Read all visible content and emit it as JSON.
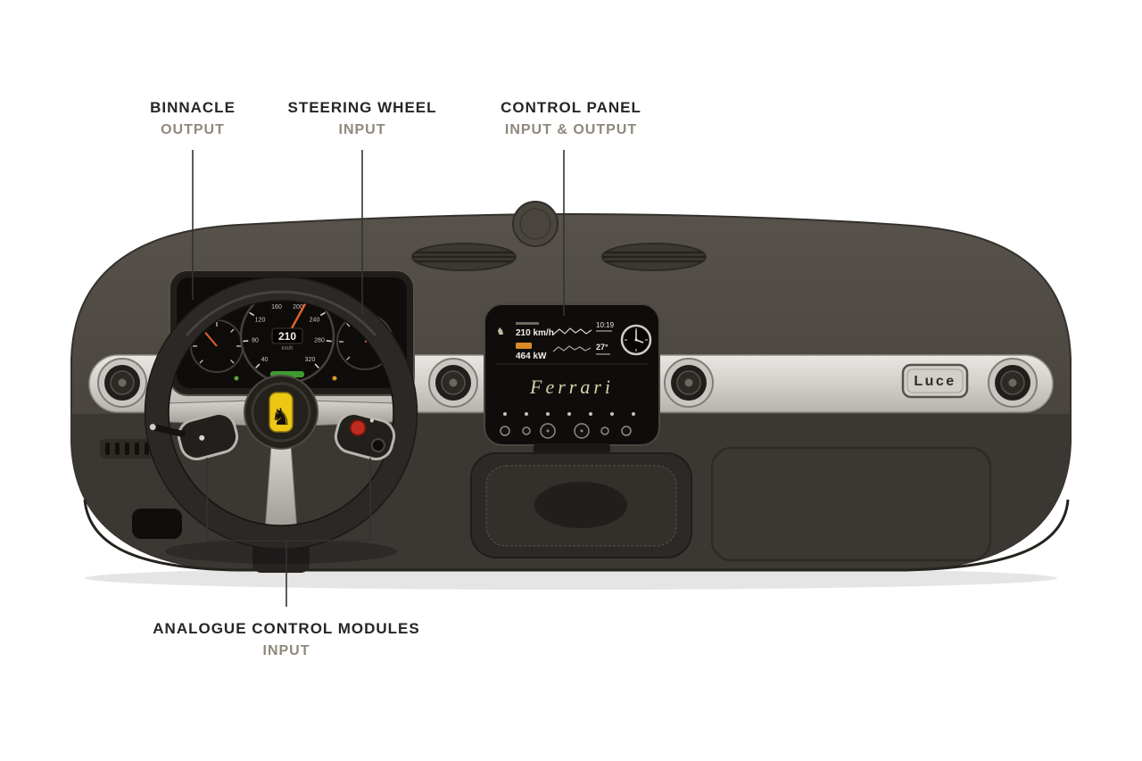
{
  "annotations": {
    "binnacle": {
      "title": "BINNACLE",
      "subtitle": "OUTPUT"
    },
    "steering_wheel": {
      "title": "STEERING WHEEL",
      "subtitle": "INPUT"
    },
    "control_panel": {
      "title": "CONTROL PANEL",
      "subtitle": "INPUT & OUTPUT"
    },
    "analogue_modules": {
      "title": "ANALOGUE CONTROL MODULES",
      "subtitle": "INPUT"
    }
  },
  "dashboard": {
    "badge_label": "Luce",
    "binnacle": {
      "speed_value": "210",
      "speed_unit": "km/h",
      "speedometer_ticks": [
        "40",
        "80",
        "120",
        "160",
        "200",
        "240",
        "280",
        "320"
      ]
    },
    "control_panel": {
      "brand_script": "Ferrari",
      "speed": "210 km/h",
      "power": "464 kW",
      "temperature": "27°",
      "time": "10:19"
    }
  },
  "icons": {
    "prancing_horse": "♞"
  },
  "colors": {
    "accent_yellow": "#ecc714",
    "accent_red": "#bf2c1f",
    "trim_silver": "#d2cfca",
    "screen_black": "#0f0d0b",
    "label_title": "#262626",
    "label_subtitle": "#8f887c"
  }
}
